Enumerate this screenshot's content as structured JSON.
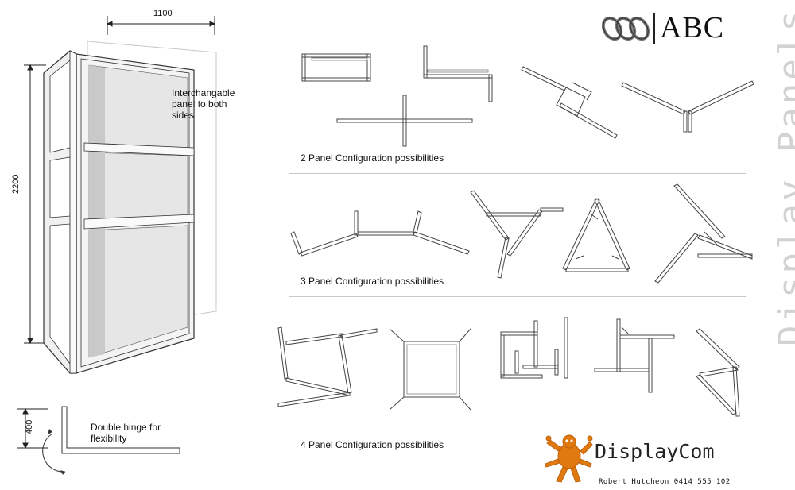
{
  "cabinet": {
    "width_label": "1100",
    "height_label": "2200",
    "panel_note": "Interchangable panel to both sides",
    "hinge_dim_label": "400",
    "hinge_note": "Double hinge for flexibility"
  },
  "logo": {
    "wordmark": "ABC"
  },
  "side_title": "Display Panels",
  "sections": [
    {
      "caption": "2 Panel Configuration possibilities"
    },
    {
      "caption": "3 Panel Configuration possibilities"
    },
    {
      "caption": "4 Panel Configuration possibilities"
    }
  ],
  "company": {
    "name": "DisplayCom",
    "contact": "Robert Hutcheon 0414 555 102"
  },
  "colors": {
    "brand_orange": "#e07a10",
    "side_title_gray": "#d2d2d2"
  }
}
